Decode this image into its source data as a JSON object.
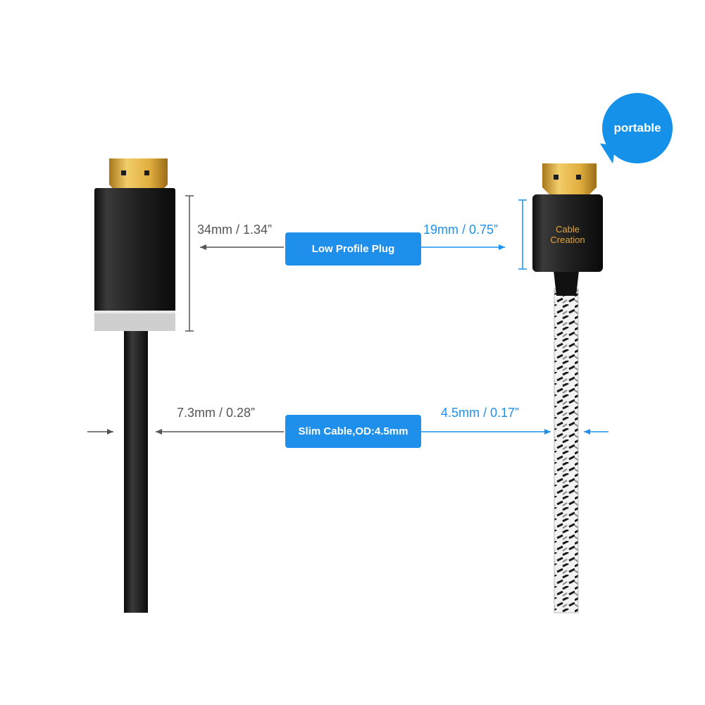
{
  "badge": {
    "text": "portable",
    "color": "#1591ea"
  },
  "plug_callout": {
    "label": "Low Profile Plug"
  },
  "cable_callout": {
    "label": "Slim Cable,OD:4.5mm"
  },
  "standard_plug": {
    "length": "34mm / 1.34”",
    "cable_diameter": "7.3mm / 0.28”"
  },
  "slim_plug": {
    "length": "19mm / 0.75”",
    "cable_diameter": "4.5mm / 0.17”",
    "brand_line1": "Cable",
    "brand_line2": "Creation"
  },
  "colors": {
    "accent": "#1e90ec",
    "dimension_gray": "#555555",
    "plug_black": "#1b1b1b",
    "gold": "#d9a431"
  }
}
